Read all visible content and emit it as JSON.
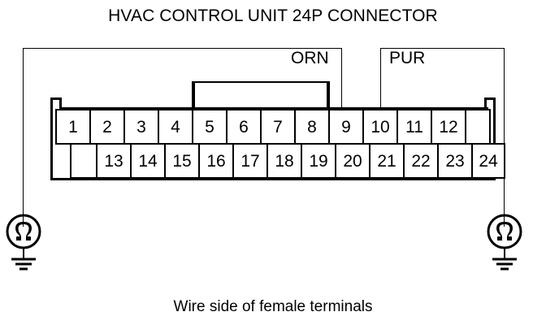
{
  "title": "HVAC CONTROL UNIT 24P CONNECTOR",
  "caption": "Wire side of female terminals",
  "colors": {
    "ink": "#000000",
    "background": "#ffffff"
  },
  "wire_labels": [
    {
      "name": "orn",
      "text": "ORN"
    },
    {
      "name": "pur",
      "text": "PUR"
    }
  ],
  "connector": {
    "pin_count": 24,
    "top_row": [
      "1",
      "2",
      "3",
      "4",
      "5",
      "6",
      "7",
      "8",
      "9",
      "10",
      "11",
      "12"
    ],
    "bottom_row": [
      "13",
      "14",
      "15",
      "16",
      "17",
      "18",
      "19",
      "20",
      "21",
      "22",
      "23",
      "24"
    ],
    "top_row_trailing_blank": "",
    "bottom_row_leading_blank": ""
  },
  "grounds": [
    {
      "name": "ground-left",
      "symbol": "omega-in-circle-earth"
    },
    {
      "name": "ground-right",
      "symbol": "omega-in-circle-earth"
    }
  ]
}
